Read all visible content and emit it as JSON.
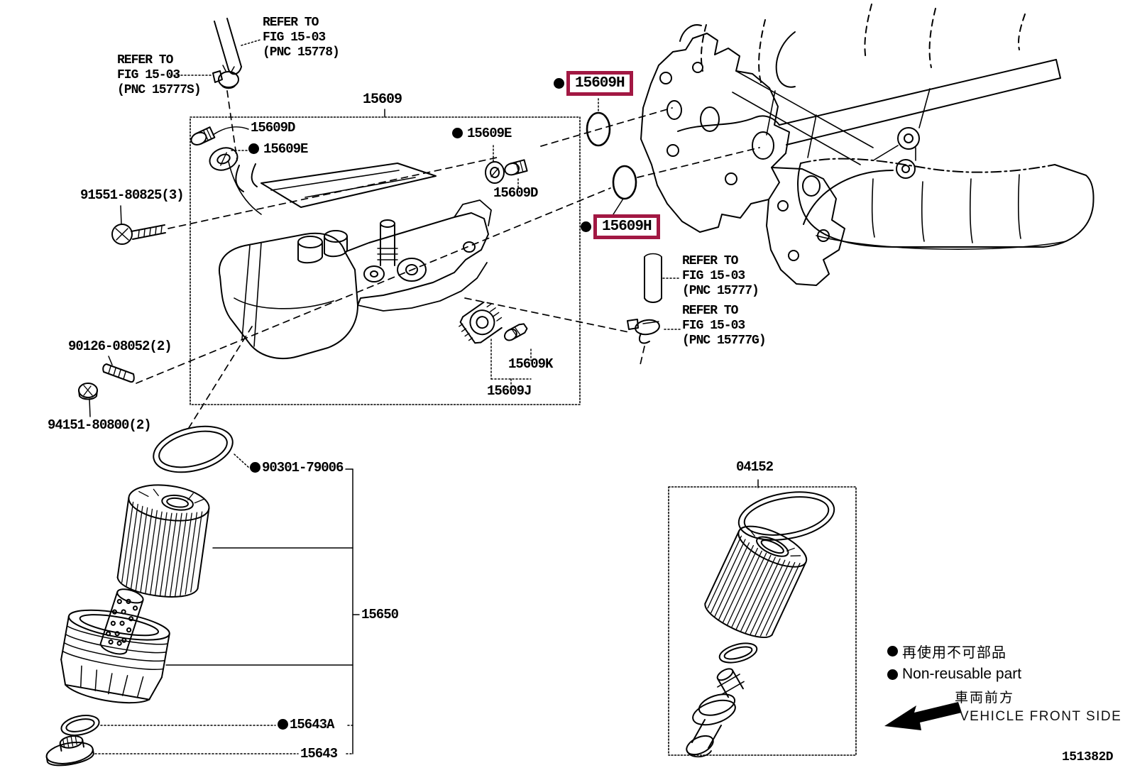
{
  "figure_code": "151382D",
  "colors": {
    "highlight": "#A21843",
    "line": "#000000"
  },
  "marks": {
    "bullet": "●"
  },
  "part_labels": {
    "assembly": "15609",
    "d_top": "15609D",
    "e_top": "15609E",
    "e_mid": "15609E",
    "d_mid": "15609D",
    "h1": "15609H",
    "h2": "15609H",
    "k": "15609K",
    "j": "15609J",
    "bolt": "91551-80825(3)",
    "stud": "90126-08052(2)",
    "nut": "94151-80800(2)",
    "oring": "90301-79006",
    "cap_assembly": "15650",
    "cap_oring": "15643A",
    "cap_plug": "15643",
    "kit": "04152"
  },
  "refer_notes": {
    "pnc15777s": {
      "l1": "REFER TO",
      "l2": "FIG 15-03",
      "l3": "(PNC 15777S)"
    },
    "pnc15778": {
      "l1": "REFER TO",
      "l2": "FIG 15-03",
      "l3": "(PNC 15778)"
    },
    "pnc15777": {
      "l1": "REFER TO",
      "l2": "FIG 15-03",
      "l3": "(PNC 15777)"
    },
    "pnc15777g": {
      "l1": "REFER TO",
      "l2": "FIG 15-03",
      "l3": "(PNC 15777G)"
    }
  },
  "legend": {
    "nonreusable_jp": "再使用不可部品",
    "nonreusable_en": "Non-reusable part",
    "front_jp": "車両前方",
    "front_en": "VEHICLE FRONT SIDE"
  }
}
